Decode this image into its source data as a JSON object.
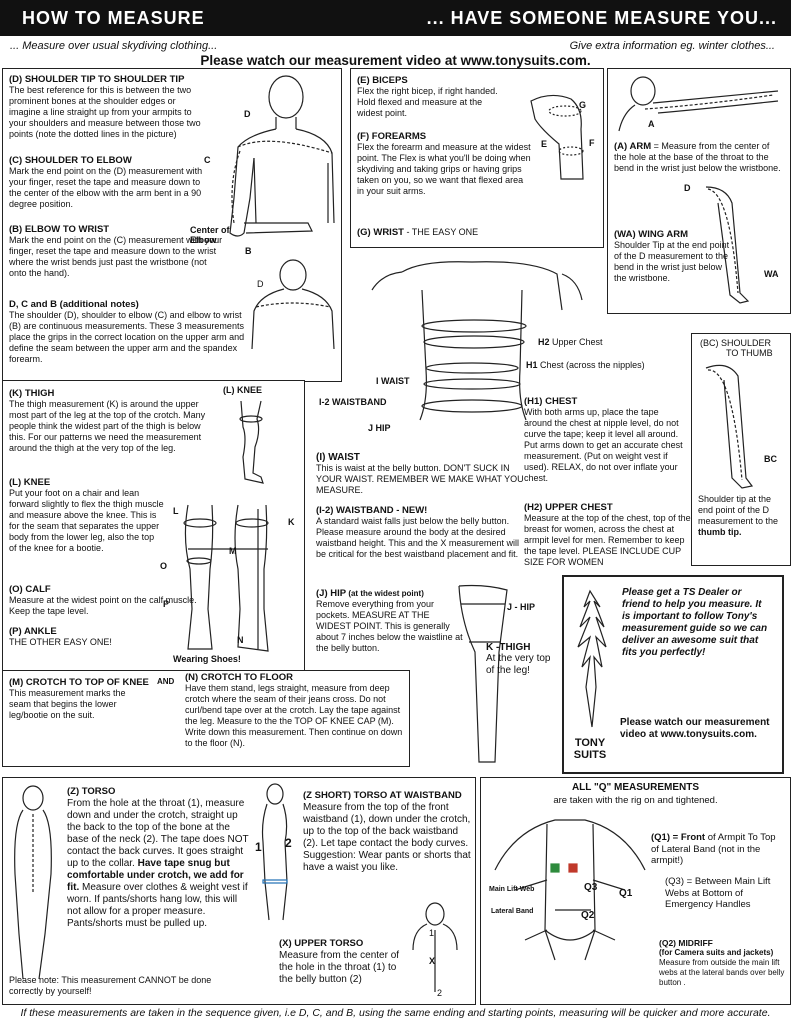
{
  "header": {
    "left_title": "HOW TO MEASURE",
    "right_title": "... HAVE SOMEONE MEASURE YOU...",
    "sub_left": "... Measure over usual skydiving clothing...",
    "sub_right": "Give extra information eg. winter clothes...",
    "watch_line": "Please watch our measurement video at www.tonysuits.com."
  },
  "shoulder_panel": {
    "d_title": "(D) SHOULDER TIP TO SHOULDER TIP",
    "d_text": "The best reference for this is between the two prominent bones at the shoulder edges or imagine a line straight up from your armpits to your shoulders and measure between those two points (note the dotted lines in the picture)",
    "c_title": "(C) SHOULDER TO ELBOW",
    "c_text": "Mark the end point on the (D) measurement with your finger, reset the tape and measure down to the center of the elbow with the arm bent in a 90 degree position.",
    "b_title": "(B) ELBOW TO WRIST",
    "b_text": "Mark the end point on the (C) measurement with your finger, reset the tape and measure down to the wrist where the wrist bends just past the wristbone (not onto the hand).",
    "dcb_title": "D, C and B (additional notes)",
    "dcb_text": "The shoulder (D), shoulder to elbow (C) and elbow to wrist (B) are continuous measurements. These 3 measurements place the grips in the correct location on the upper arm and define the seam between the upper arm and the spandex forearm.",
    "label_d": "D",
    "label_c": "C",
    "label_b": "B",
    "label_center_elbow_1": "Center of",
    "label_center_elbow_2": "Elbow",
    "label_small_d": "D"
  },
  "arm_panel": {
    "e_title": "(E) BICEPS",
    "e_text": "Flex the right bicep, if right handed. Hold flexed and measure at the widest point.",
    "f_title": "(F) FOREARMS",
    "f_text": "Flex the forearm and measure at the widest point. The Flex is what you'll be doing when skydiving and taking grips or having grips taken on you, so we want that flexed area in your suit arms.",
    "g_title": "(G) WRIST",
    "g_suffix": " - THE EASY ONE",
    "label_e": "E",
    "label_f": "F",
    "label_g": "G"
  },
  "wing_panel": {
    "a_title": "(A) ARM",
    "a_text": " = Measure from the center of the hole at the base of the throat to the bend in the wrist just below the wristbone.",
    "wa_title": "(WA) WING ARM",
    "wa_text": "Shoulder Tip at the end point of the D measurement to the bend in the wrist just below the wristbone.",
    "label_a": "A",
    "label_d": "D",
    "label_wa": "WA"
  },
  "torso_center": {
    "h2": "H2",
    "h2_text": "Upper Chest",
    "h1": "H1",
    "h1_text": "Chest (across the nipples)",
    "i_waist": "I WAIST",
    "i2_waistband": "I-2 WAISTBAND",
    "j_hip": "J HIP"
  },
  "thumb_panel": {
    "title_1": "(BC)  SHOULDER",
    "title_2": "TO THUMB",
    "label_bc": "BC",
    "text": "Shoulder tip at the end point of the D measurement to the ",
    "text_bold": "thumb tip."
  },
  "legs_panel": {
    "k_title": "(K) THIGH",
    "k_text": "The thigh measurement (K) is around the upper most part of the leg at the top of the crotch. Many people think the widest part of the thigh is below this. For our patterns we need the measurement around the thigh at the very top of the leg.",
    "l_title": "(L) KNEE",
    "l_text": "Put your foot on a chair and lean forward slightly to flex the thigh muscle and measure above the knee. This is for the seam that separates the upper body from the lower leg, also the top of the knee for a bootie.",
    "o_title": "(O) CALF",
    "o_text": "Measure at the widest point on the calf muscle. Keep the tape level.",
    "p_title": "(P) ANKLE",
    "p_text": "THE OTHER EASY ONE!",
    "m_title": "(M) CROTCH TO TOP OF KNEE",
    "m_and": "AND",
    "m_text": "This measurement marks the seam that begins the lower leg/bootie on the suit.",
    "n_title": "(N) CROTCH TO FLOOR",
    "n_text": "Have them stand, legs straight, measure from deep crotch where the seam of their jeans cross. Do not curl/bend tape over at the crotch. Lay the tape against the leg. Measure to the the TOP OF KNEE CAP (M). Write down this measurement. Then continue on down to the floor (N).",
    "knee_label": "(L) KNEE",
    "label_l": "L",
    "label_k": "K",
    "label_m": "M",
    "label_o": "O",
    "label_p": "P",
    "label_n": "N",
    "wearing_shoes": "Wearing Shoes!"
  },
  "waist_section": {
    "i_title": "(I) WAIST",
    "i_text": "This is waist at the belly button. DON'T SUCK IN YOUR WAIST. REMEMBER WE MAKE WHAT YOU MEASURE.",
    "i2_title": "(I-2) WAISTBAND - NEW!",
    "i2_text": "A standard waist falls just below the belly button. Please measure around the body at the desired waistband height. This and the X measurement will be critical for the best waistband placement and fit.",
    "j_title": "(J) HIP",
    "j_suffix": " (at the widest point)",
    "j_text": "Remove everything from your pockets. MEASURE AT THE WIDEST POINT. This is generally about 7 inches below the waistline at the belly button.",
    "j_hip_label": "J - HIP",
    "k_thigh_label": "K -THIGH",
    "k_thigh_text": "At the very top of the leg!"
  },
  "chest_section": {
    "h1_title": "(H1) CHEST",
    "h1_text": "With both arms up, place the tape around the chest at nipple level, do not curve the tape; keep it level all around. Put arms down to get an accurate chest measurement. (Put on weight vest if used). RELAX, do not over inflate your chest.",
    "h2_title": "(H2) UPPER CHEST",
    "h2_text": "Measure at the top of the chest, top of the breast for women, across the chest at armpit level for men. Remember to keep the tape level. PLEASE INCLUDE CUP SIZE FOR WOMEN"
  },
  "dealer_box": {
    "text": "Please get a TS Dealer or friend to help you measure. It is important to follow Tony's measurement guide so we can deliver an awesome suit that fits you perfectly!",
    "watch": "Please watch our measurement video at www.tonysuits.com.",
    "logo_1": "TONY",
    "logo_2": "SUITS"
  },
  "torso_panel": {
    "z_title": "(Z) TORSO",
    "z_text_1": "From the hole at the throat (1), measure down and under the crotch, straight up the back to the top of the bone at the base of the neck (2). The tape does NOT contact the back curves. It goes straight up to the collar. ",
    "z_text_bold": "Have tape snug but comfortable under crotch, we add for fit.",
    "z_text_2": " Measure over clothes & weight vest if worn. If pants/shorts hang low, this will not allow for a proper measure. Pants/shorts must be pulled up.",
    "note": "Please note: This measurement CANNOT be done correctly by yourself!",
    "zs_title": "(Z SHORT) TORSO AT WAISTBAND",
    "zs_text": "Measure from the top of the front waistband (1), down under the crotch, up to the top of the back waistband (2). Let tape contact the body curves. Suggestion: Wear pants or shorts that have a waist you like.",
    "x_title": "(X)  UPPER TORSO",
    "x_text": "Measure from the center of the hole in the throat (1) to the belly button (2)",
    "label_1": "1",
    "label_2": "2",
    "label_x": "X",
    "label_x1": "1",
    "label_x2": "2"
  },
  "q_panel": {
    "title": "ALL \"Q\" MEASUREMENTS",
    "subtitle": "are taken with the rig on and tightened.",
    "q1_label": "(Q1) = ",
    "q1_bold": "Front",
    "q1_text": " of Armpit To Top of Lateral Band (not in the armpit!)",
    "q3_text": "(Q3) = Between Main Lift Webs at Bottom of Emergency Handles",
    "q2_title": "(Q2)  MIDRIFF",
    "q2_sub": "(for Camera suits and jackets)",
    "q2_text": "Measure from outside the main lift webs at the lateral bands over belly button .",
    "main_lift_web": "Main Lift Web",
    "lateral_band": "Lateral Band",
    "q3": "Q3",
    "q1": "Q1",
    "q2": "Q2",
    "accent_red": "#c0392b",
    "accent_green": "#2e8b3d"
  },
  "footer": "If these measurements are taken in the sequence given, i.e D, C, and B, using the same ending and starting points, measuring will be quicker and more accurate."
}
